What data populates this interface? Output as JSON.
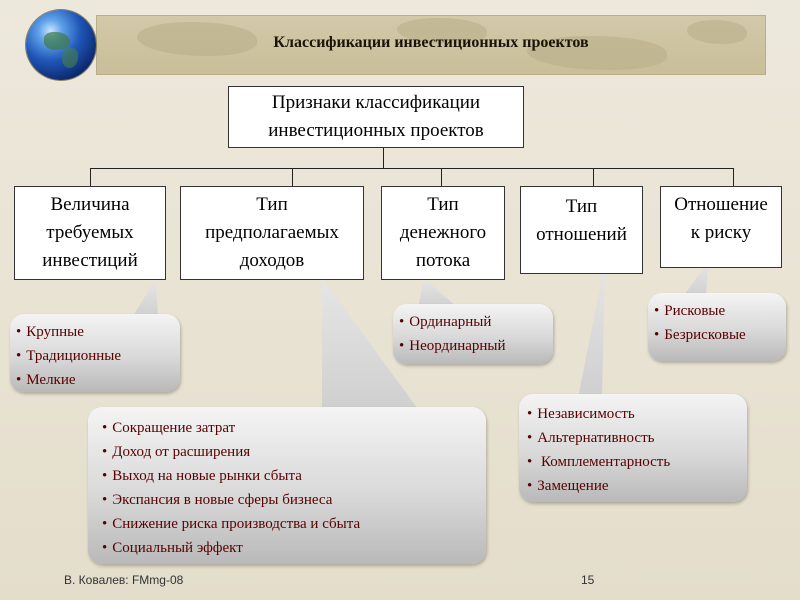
{
  "header": {
    "title": "Классификации инвестиционных проектов"
  },
  "root": {
    "line1": "Признаки классификации",
    "line2": "инвестиционных проектов"
  },
  "categories": [
    {
      "lines": [
        "Величина",
        "требуемых",
        "инвестиций"
      ]
    },
    {
      "lines": [
        "Тип",
        "предполагаемых",
        "доходов"
      ]
    },
    {
      "lines": [
        "Тип",
        "денежного",
        "потока"
      ]
    },
    {
      "lines": [
        "Тип",
        "отношений"
      ]
    },
    {
      "lines": [
        "Отношение",
        "к риску"
      ]
    }
  ],
  "callouts": {
    "investment_size": [
      "Крупные",
      "Традиционные",
      "Мелкие"
    ],
    "income_type": [
      "Сокращение затрат",
      "Доход от расширения",
      "Выход на новые рынки сбыта",
      "Экспансия в новые сферы бизнеса",
      "Снижение  риска производства и сбыта",
      "Социальный эффект"
    ],
    "cash_flow": [
      "Ординарный",
      "Неординарный"
    ],
    "relations": [
      "Независимость",
      "Альтернативность",
      " Комплементарность",
      "Замещение"
    ],
    "risk": [
      "Рисковые",
      "Безрисковые"
    ]
  },
  "footer": {
    "author": "В. Ковалев: FMmg-08",
    "page": "15"
  },
  "colors": {
    "bullet_text": "#5a0000",
    "header_band": "#c8be98"
  }
}
